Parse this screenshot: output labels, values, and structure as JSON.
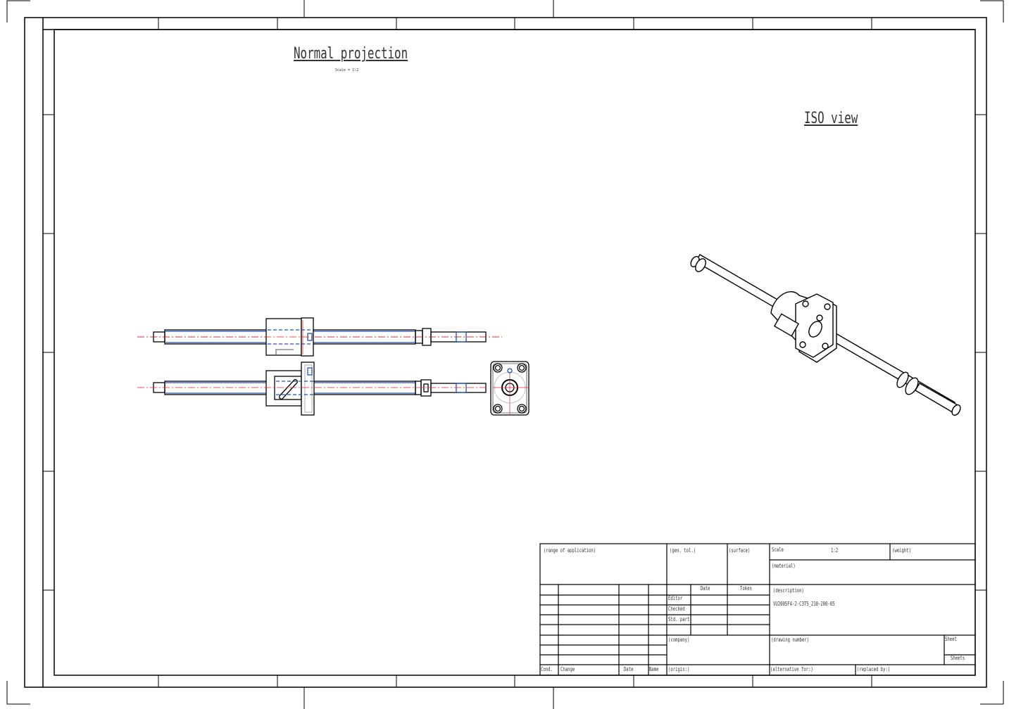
{
  "views": {
    "normal_projection": {
      "title": "Normal projection",
      "scale_note": "Scale = 1:2"
    },
    "iso_view": {
      "title": "ISO view"
    }
  },
  "title_block": {
    "range_of_application": "(range of application)",
    "gen_tol": "(gen. tol.)",
    "surface": "(surface)",
    "scale_label": "Scale",
    "scale_value": "1:2",
    "weight": "(weight)",
    "material": "(material)",
    "date_header": "Date",
    "token_header": "Token",
    "editor": "Editor",
    "checked": "Checked",
    "std_part": "Std. part",
    "description_label": "(description)",
    "description_value": "VU2005F4-2-C3T5_210-200-05",
    "company": "(company)",
    "drawing_number": "(drawing number)",
    "sheet": "Sheet",
    "sheets": "Sheets",
    "cond": "Cond.",
    "change": "Change",
    "rev_date": "Date",
    "name": "Name",
    "origin": "(origin:)",
    "alternative_for": "(alternative for:)",
    "replaced_by": "(replaced by:)"
  },
  "colors": {
    "line": "#000000",
    "centerline": "#e02020",
    "hidden": "#2050b0"
  }
}
